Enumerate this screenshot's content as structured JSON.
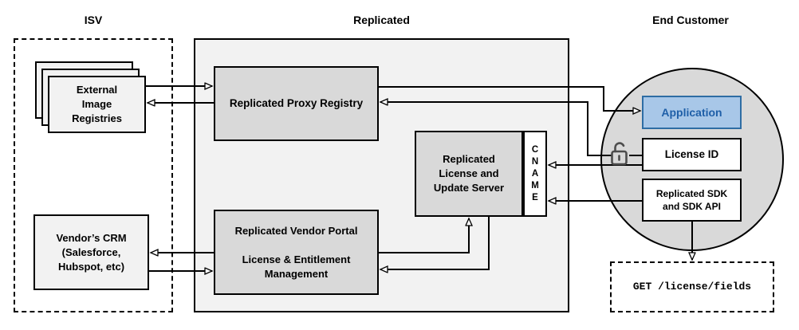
{
  "sections": {
    "isv": {
      "label": "ISV"
    },
    "replicated": {
      "label": "Replicated"
    },
    "end_customer": {
      "label": "End Customer"
    }
  },
  "nodes": {
    "external_registries": {
      "label": "External\nImage\nRegistries"
    },
    "vendor_crm": {
      "label": "Vendor’s CRM\n(Salesforce,\nHubspot, etc)"
    },
    "proxy_registry": {
      "label": "Replicated Proxy Registry"
    },
    "license_update_server": {
      "label": "Replicated\nLicense and\nUpdate Server"
    },
    "cname": {
      "letters": [
        "C",
        "N",
        "A",
        "M",
        "E"
      ]
    },
    "vendor_portal": {
      "label": "Replicated Vendor Portal\n\nLicense & Entitlement\nManagement"
    },
    "application": {
      "label": "Application"
    },
    "license_id": {
      "label": "License ID"
    },
    "replicated_sdk": {
      "label": "Replicated SDK\nand SDK API"
    },
    "get_license_fields": {
      "label": "GET /license/fields"
    }
  },
  "icons": {
    "lock": "open-padlock"
  },
  "colors": {
    "node_gray": "#d9d9d9",
    "panel_gray": "#f2f2f2",
    "application_fill": "#a8c7e8",
    "application_stroke": "#2e6da4",
    "application_text": "#1f5fa8",
    "connector": "#000000",
    "lock_stroke": "#4d4d4d"
  }
}
